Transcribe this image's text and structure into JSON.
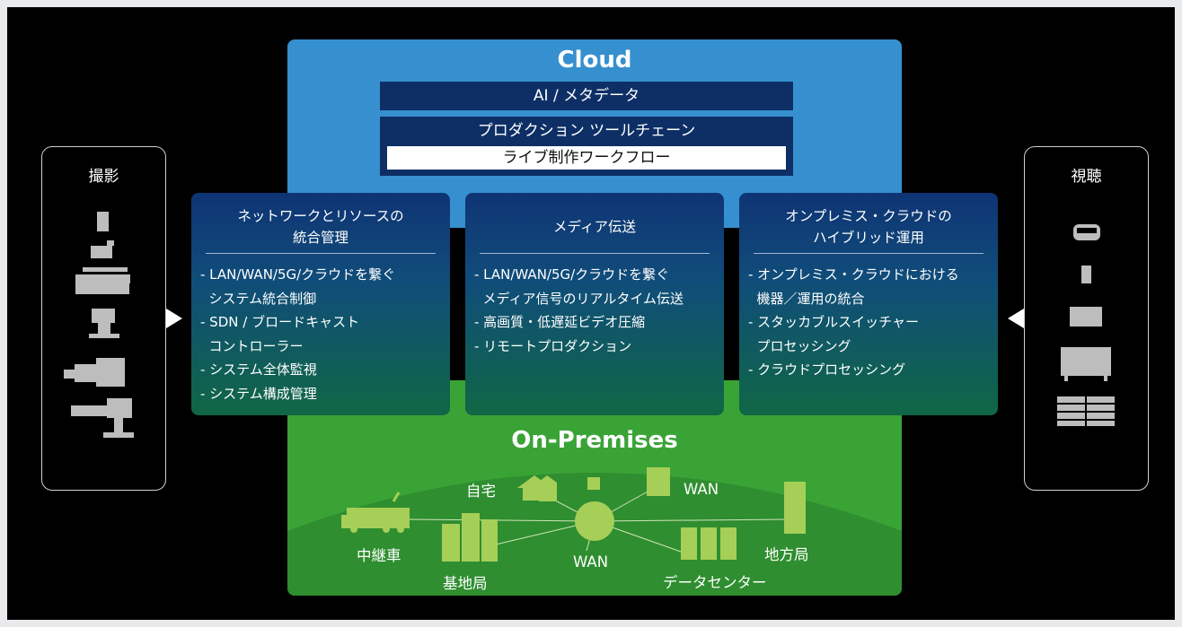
{
  "cloud": {
    "title": "Cloud",
    "ai_bar": "AI / メタデータ",
    "production_bar": "プロダクション ツールチェーン",
    "live_bar": "ライブ制作ワークフロー"
  },
  "cards": [
    {
      "title_lines": [
        "ネットワークとリソースの",
        "統合管理"
      ],
      "items": [
        "- LAN/WAN/5G/クラウドを繋ぐ",
        "  システム統合制御",
        "- SDN / ブロードキャスト",
        "  コントローラー",
        "- システム全体監視",
        "- システム構成管理"
      ]
    },
    {
      "title_lines": [
        "メディア伝送"
      ],
      "items": [
        "- LAN/WAN/5G/クラウドを繋ぐ",
        "  メディア信号のリアルタイム伝送",
        "- 高画質・低遅延ビデオ圧縮",
        "- リモートプロダクション"
      ]
    },
    {
      "title_lines": [
        "オンプレミス・クラウドの",
        "ハイブリッド運用"
      ],
      "items": [
        "- オンプレミス・クラウドにおける",
        "  機器／運用の統合",
        "- スタッカブルスイッチャー",
        "  プロセッシング",
        "- クラウドプロセッシング"
      ]
    }
  ],
  "left_panel": {
    "title": "撮影"
  },
  "right_panel": {
    "title": "視聴"
  },
  "onprem": {
    "title": "On-Premises",
    "labels": {
      "home": "自宅",
      "wan_top": "WAN",
      "wan_center": "WAN",
      "ob_van": "中継車",
      "base_station": "基地局",
      "data_center": "データセンター",
      "regional_station": "地方局"
    }
  },
  "colors": {
    "cloud_blue": "#3690cf",
    "navy": "#0e2f66",
    "onprem_green": "#3aa336",
    "hill_green": "#2f8e30",
    "icon_green": "#a6cf57",
    "icon_gray": "#bdbdbd"
  }
}
